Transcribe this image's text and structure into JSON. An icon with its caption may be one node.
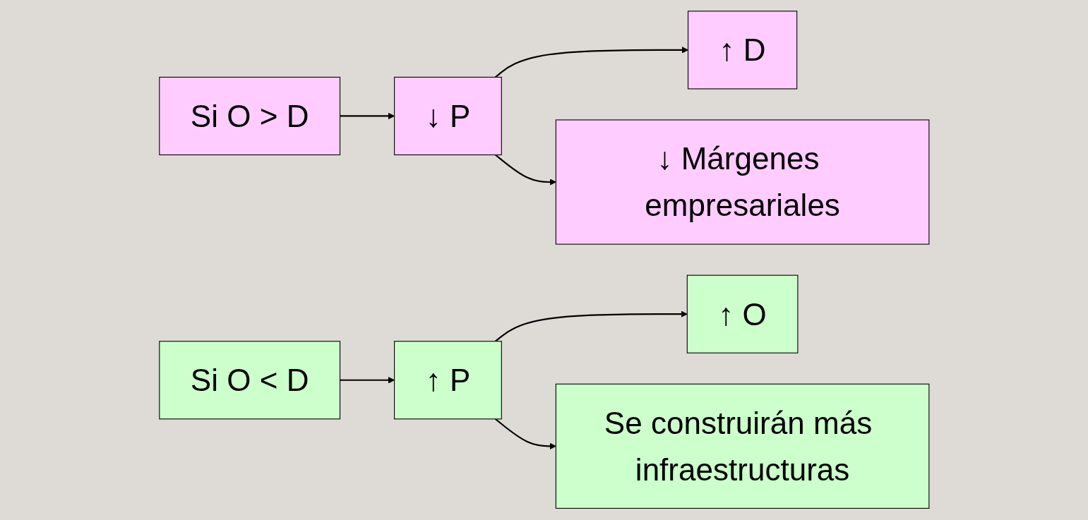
{
  "diagram": {
    "nodes": [
      {
        "text": [
          "Si O > D"
        ]
      },
      {
        "text": [
          "↓ P"
        ]
      },
      {
        "text": [
          "↑ D"
        ]
      },
      {
        "text": [
          "↓ Márgenes empresariales"
        ]
      },
      {
        "text": [
          "Si O < D"
        ]
      },
      {
        "text": [
          "↑ P"
        ]
      },
      {
        "text": [
          "↑ O"
        ]
      },
      {
        "text": [
          "Se construirán más infraestructuras"
        ]
      }
    ],
    "edges": [
      {
        "from": 0,
        "to": 1,
        "arrow": "to"
      },
      {
        "from": 1,
        "to": 2,
        "arrow": "to"
      },
      {
        "from": 1,
        "to": 3,
        "arrow": "to"
      },
      {
        "from": 4,
        "to": 5,
        "arrow": "to"
      },
      {
        "from": 5,
        "to": 6,
        "arrow": "to"
      },
      {
        "from": 5,
        "to": 7,
        "arrow": "to"
      }
    ]
  }
}
